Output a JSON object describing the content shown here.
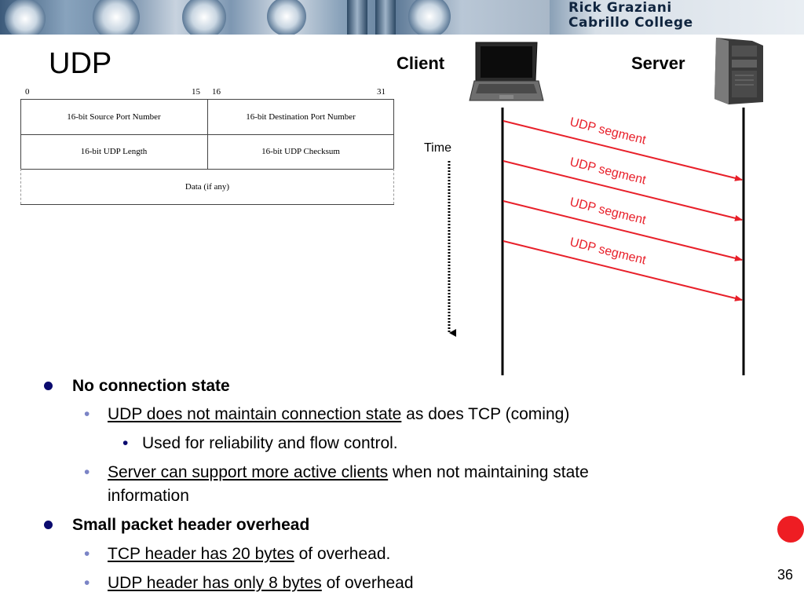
{
  "banner": {
    "line1": "Rick Graziani",
    "line2": "Cabrillo College"
  },
  "slide": {
    "title": "UDP",
    "number": "36"
  },
  "header_table": {
    "bit_labels": [
      "0",
      "15",
      "16",
      "31"
    ],
    "rows": [
      [
        "16-bit Source Port Number",
        "16-bit Destination Port Number"
      ],
      [
        "16-bit UDP Length",
        "16-bit UDP Checksum"
      ],
      [
        "Data (if any)"
      ]
    ]
  },
  "diagram": {
    "client_label": "Client",
    "server_label": "Server",
    "time_label": "Time",
    "segments": [
      "UDP segment",
      "UDP segment",
      "UDP segment",
      "UDP segment"
    ],
    "arrow_color": "#e8202a"
  },
  "bullets": [
    {
      "text": "No connection state"
    },
    {
      "underlined": "UDP does not maintain connection state",
      "rest": " as does TCP (coming)"
    },
    {
      "text": "Used for reliability and flow control."
    },
    {
      "underlined": "Server can support more active clients",
      "rest": " when not maintaining state",
      "rest2": "information"
    },
    {
      "text": "Small packet header overhead"
    },
    {
      "underlined": "TCP header has 20 bytes",
      "rest": " of overhead."
    },
    {
      "underlined": "UDP header has only 8 bytes",
      "rest": " of overhead"
    }
  ],
  "colors": {
    "bullet_level1": "#0a0a6e",
    "bullet_level2": "#7b84c6",
    "accent_red": "#ee1d23"
  }
}
